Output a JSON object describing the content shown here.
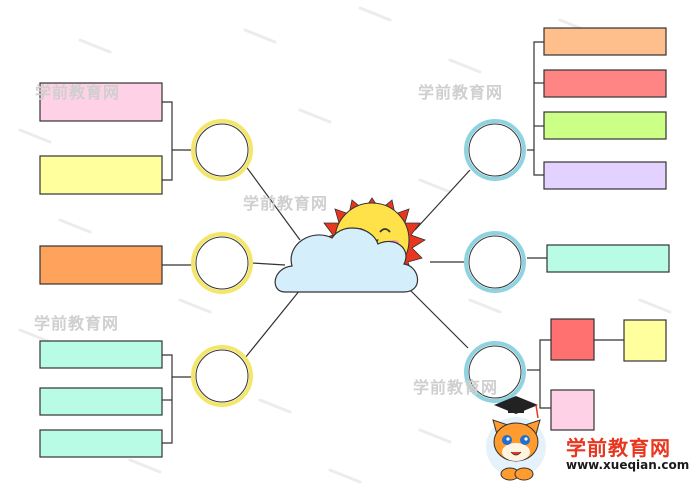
{
  "watermark": {
    "text": "学前教育网"
  },
  "brand": {
    "name": "学前教育网",
    "url": "www.xueqian.com"
  },
  "colors": {
    "yellow_ring": "#f4e66a",
    "blue_ring": "#8fd3e0",
    "cloud": "#d5eefb",
    "sun": "#ffe24a",
    "sun_rays": "#e8361f",
    "pink": "#ffd1e6",
    "light_yellow": "#ffff9e",
    "orange": "#ffa35c",
    "mint": "#b8fce6",
    "peach": "#ffbf8c",
    "salmon": "#ff8585",
    "lime": "#ccff85",
    "lavender": "#e3d1ff",
    "red": "#ff7070"
  },
  "icons": [
    "sun-icon",
    "cloud-icon",
    "mascot-fox-icon"
  ]
}
